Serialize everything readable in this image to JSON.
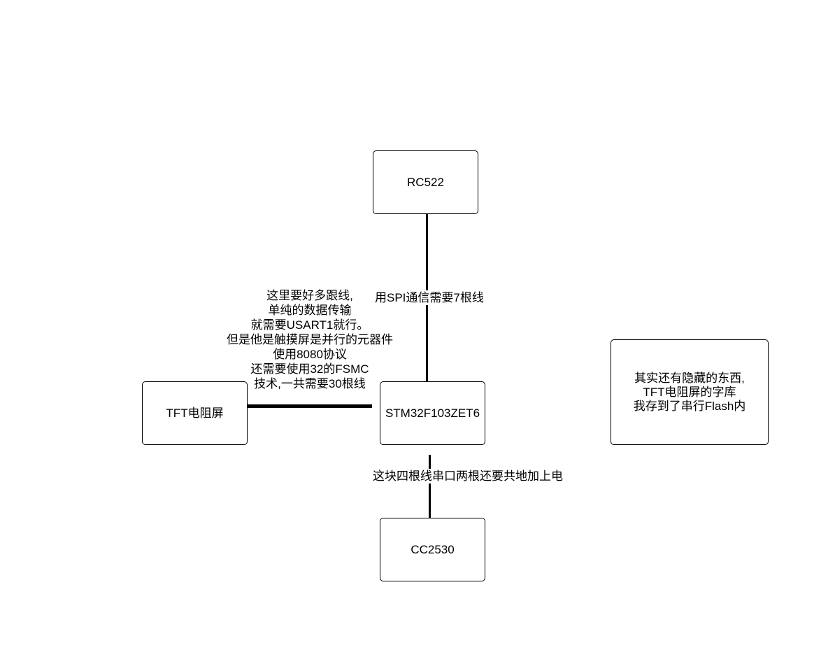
{
  "nodes": {
    "rc522": {
      "label": "RC522"
    },
    "stm32": {
      "label": "STM32F103ZET6"
    },
    "tft": {
      "label": "TFT电阻屏"
    },
    "cc2530": {
      "label": "CC2530"
    },
    "note": {
      "lines": [
        "其实还有隐藏的东西,",
        "TFT电阻屏的字库",
        "我存到了串行Flash内"
      ]
    }
  },
  "edges": {
    "rc522_stm32": {
      "label": "用SPI通信需要7根线"
    },
    "tft_stm32": {
      "lines": [
        "这里要好多跟线,",
        "单纯的数据传输",
        "就需要USART1就行。",
        "但是他是触摸屏是并行的元器件",
        "使用8080协议",
        "还需要使用32的FSMC",
        "技术,一共需要30根线"
      ]
    },
    "stm32_cc2530": {
      "label": "这块四根线串口两根还要共地加上电"
    }
  },
  "colors": {
    "background": "#ffffff",
    "stroke": "#000000",
    "text": "#000000"
  }
}
